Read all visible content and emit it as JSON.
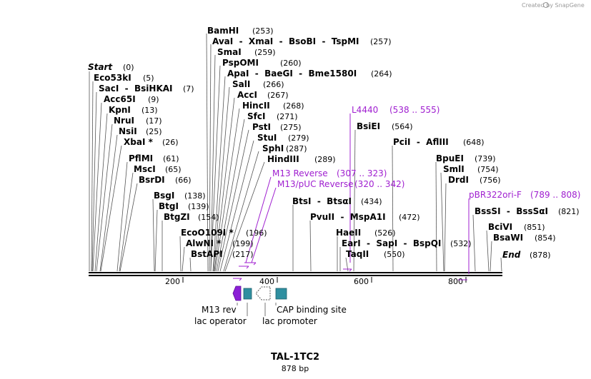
{
  "header": {
    "credit": "Created by SnapGene"
  },
  "map": {
    "name": "TAL-1TC2",
    "length_label": "878 bp",
    "start_label": "Start",
    "start_pos": "(0)",
    "end_label": "End",
    "end_pos": "(878)"
  },
  "ruler": {
    "ticks": [
      "200",
      "400",
      "600",
      "800"
    ]
  },
  "enzymes": [
    {
      "label": "BamHI",
      "pos": "(253)"
    },
    {
      "label": "AvaI  -  XmaI  -  BsoBI  -  TspMI",
      "pos": "(257)"
    },
    {
      "label": "SmaI",
      "pos": "(259)"
    },
    {
      "label": "PspOMI",
      "pos": "(260)"
    },
    {
      "label": "ApaI  -  BaeGI  -  Bme1580I",
      "pos": "(264)"
    },
    {
      "label": "SalI",
      "pos": "(266)"
    },
    {
      "label": "AccI",
      "pos": "(267)"
    },
    {
      "label": "HincII",
      "pos": "(268)"
    },
    {
      "label": "SfcI",
      "pos": "(271)"
    },
    {
      "label": "PstI",
      "pos": "(275)"
    },
    {
      "label": "StuI",
      "pos": "(279)"
    },
    {
      "label": "SphI",
      "pos": "(287)"
    },
    {
      "label": "HindIII",
      "pos": "(289)"
    },
    {
      "label": "Eco53kI",
      "pos": "(5)"
    },
    {
      "label": "SacI  -  BsiHKAI",
      "pos": "(7)"
    },
    {
      "label": "Acc65I",
      "pos": "(9)"
    },
    {
      "label": "KpnI",
      "pos": "(13)"
    },
    {
      "label": "NruI",
      "pos": "(17)"
    },
    {
      "label": "NsiI",
      "pos": "(25)"
    },
    {
      "label": "XbaI *",
      "pos": "(26)"
    },
    {
      "label": "PflMI",
      "pos": "(61)"
    },
    {
      "label": "MscI",
      "pos": "(65)"
    },
    {
      "label": "BsrDI",
      "pos": "(66)"
    },
    {
      "label": "BsgI",
      "pos": "(138)"
    },
    {
      "label": "BtgI",
      "pos": "(139)"
    },
    {
      "label": "BtgZI",
      "pos": "(154)"
    },
    {
      "label": "EcoO109I *",
      "pos": "(196)"
    },
    {
      "label": "AlwNI *",
      "pos": "(199)"
    },
    {
      "label": "BstAPI",
      "pos": "(217)"
    },
    {
      "label": "BsiEI",
      "pos": "(564)"
    },
    {
      "label": "PciI  -  AflIII",
      "pos": "(648)"
    },
    {
      "label": "BtsI  -  BtsαI",
      "pos": "(434)"
    },
    {
      "label": "PvuII  -  MspA1I",
      "pos": "(472)"
    },
    {
      "label": "HaeII",
      "pos": "(526)"
    },
    {
      "label": "EarI  -  SapI  -  BspQI",
      "pos": "(532)"
    },
    {
      "label": "TaqII",
      "pos": "(550)"
    },
    {
      "label": "BpuEI",
      "pos": "(739)"
    },
    {
      "label": "SmlI",
      "pos": "(754)"
    },
    {
      "label": "DrdI",
      "pos": "(756)"
    },
    {
      "label": "BssSI  -  BssSαI",
      "pos": "(821)"
    },
    {
      "label": "BciVI",
      "pos": "(851)"
    },
    {
      "label": "BsaWI",
      "pos": "(854)"
    }
  ],
  "primers": [
    {
      "label": "L4440",
      "range": "(538 .. 555)"
    },
    {
      "label": "M13 Reverse",
      "range": "(307 .. 323)"
    },
    {
      "label": "M13/pUC Reverse",
      "range": "(320 .. 342)"
    },
    {
      "label": "pBR322ori-F",
      "range": "(789 .. 808)"
    }
  ],
  "features": [
    {
      "label": "M13 rev",
      "color": "#8b1fd6"
    },
    {
      "label": "lac operator",
      "color": "#2f8fa0"
    },
    {
      "label": "lac promoter",
      "color": "#ffffff"
    },
    {
      "label": "CAP binding site",
      "color": "#2f8fa0"
    }
  ],
  "colors": {
    "primer": "#a020d0",
    "feature_teal": "#2f8fa0",
    "feature_purple": "#8b1fd6",
    "line": "#555555"
  }
}
